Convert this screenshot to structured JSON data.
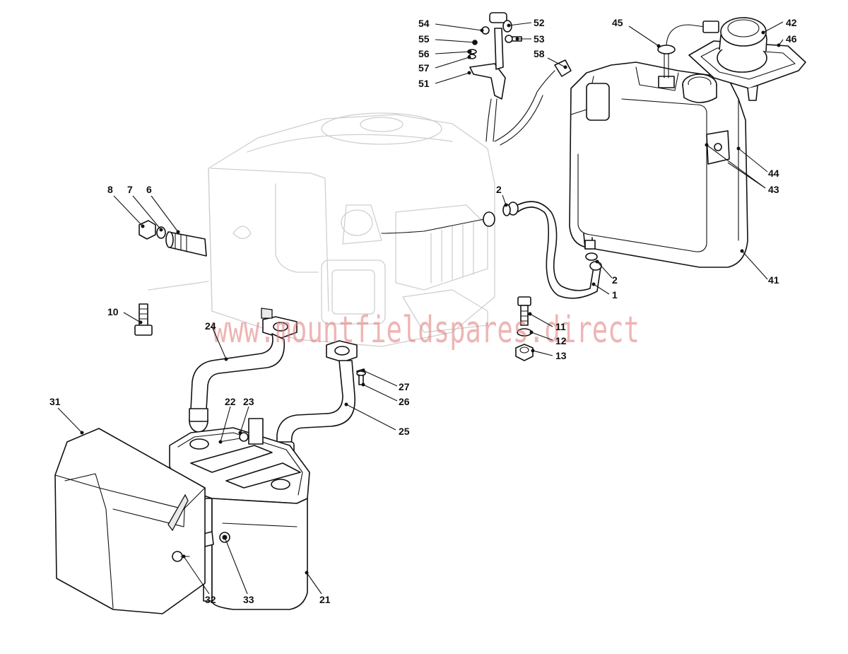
{
  "watermark": "www.mountfieldspares.direct",
  "callouts": [
    {
      "id": "c54",
      "text": "54"
    },
    {
      "id": "c52",
      "text": "52"
    },
    {
      "id": "c55",
      "text": "55"
    },
    {
      "id": "c53",
      "text": "53"
    },
    {
      "id": "c56",
      "text": "56"
    },
    {
      "id": "c57",
      "text": "57"
    },
    {
      "id": "c58",
      "text": "58"
    },
    {
      "id": "c51",
      "text": "51"
    },
    {
      "id": "c45",
      "text": "45"
    },
    {
      "id": "c42",
      "text": "42"
    },
    {
      "id": "c46",
      "text": "46"
    },
    {
      "id": "c44",
      "text": "44"
    },
    {
      "id": "c43",
      "text": "43"
    },
    {
      "id": "c41",
      "text": "41"
    },
    {
      "id": "c8",
      "text": "8"
    },
    {
      "id": "c7",
      "text": "7"
    },
    {
      "id": "c6",
      "text": "6"
    },
    {
      "id": "c2a",
      "text": "2"
    },
    {
      "id": "c2b",
      "text": "2"
    },
    {
      "id": "c1",
      "text": "1"
    },
    {
      "id": "c10",
      "text": "10"
    },
    {
      "id": "c11",
      "text": "11"
    },
    {
      "id": "c12",
      "text": "12"
    },
    {
      "id": "c13",
      "text": "13"
    },
    {
      "id": "c24",
      "text": "24"
    },
    {
      "id": "c27",
      "text": "27"
    },
    {
      "id": "c26",
      "text": "26"
    },
    {
      "id": "c25",
      "text": "25"
    },
    {
      "id": "c31",
      "text": "31"
    },
    {
      "id": "c22",
      "text": "22"
    },
    {
      "id": "c23",
      "text": "23"
    },
    {
      "id": "c32",
      "text": "32"
    },
    {
      "id": "c33",
      "text": "33"
    },
    {
      "id": "c21",
      "text": "21"
    }
  ]
}
